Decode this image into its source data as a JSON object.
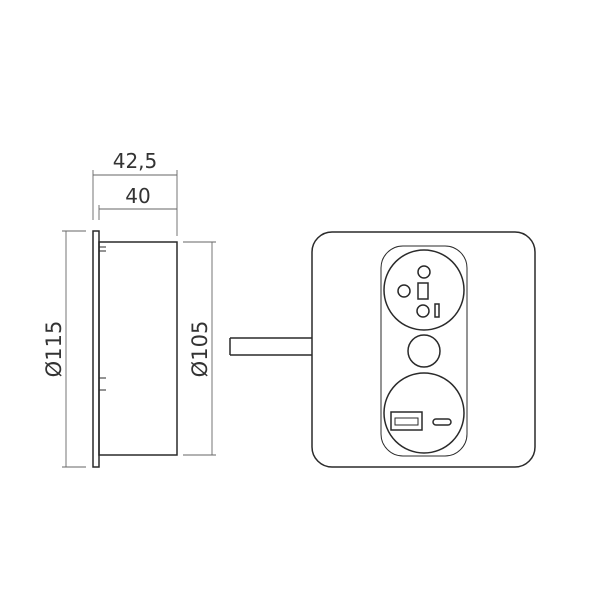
{
  "dimensions": {
    "overall_depth": "42,5",
    "body_depth": "40",
    "flange_diameter": "Ø115",
    "body_diameter": "Ø105"
  },
  "colors": {
    "line": "#2a2a2a",
    "dim": "#666666"
  }
}
